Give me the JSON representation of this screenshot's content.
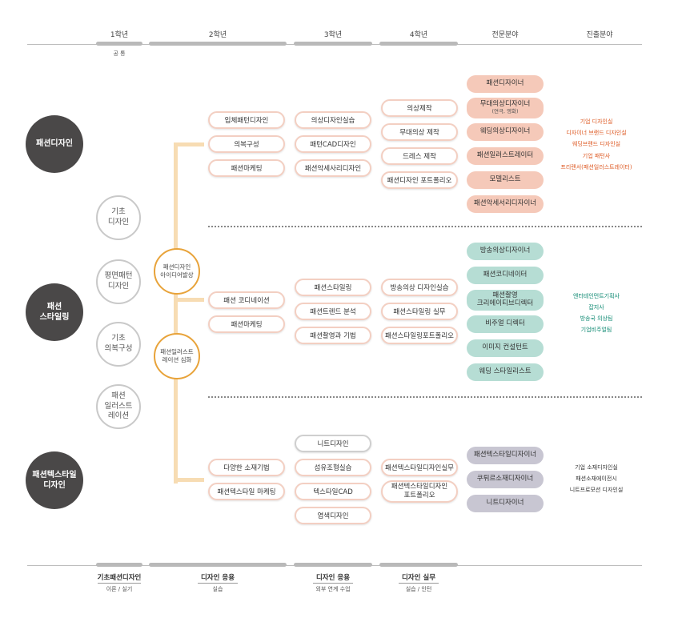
{
  "header": {
    "year1": "1학년",
    "year1_sub": "공 통",
    "year2": "2학년",
    "year3": "3학년",
    "year4": "4학년",
    "specialty": "전문분야",
    "career": "진출분야"
  },
  "tracks": {
    "design": "패션디자인",
    "styling": "패션\n스타일링",
    "textile": "패션텍스타일\n디자인"
  },
  "basics": {
    "b1": "기초\n디자인",
    "b2": "평면패턴\n디자인",
    "b3": "기초\n의복구성",
    "b4": "패션\n일러스트\n레이션"
  },
  "ideas": {
    "i1": "패션디자인\n아이디어발상",
    "i2": "패션일러스트\n레이션 심화"
  },
  "design_courses": {
    "y2": [
      "입체패턴디자인",
      "의복구성",
      "패션마케팅"
    ],
    "y3": [
      "의상디자인실습",
      "패턴CAD디자인",
      "패션악세사리디자인"
    ],
    "y4": [
      "의상제작",
      "무대의상 제작",
      "드레스 제작",
      "패션디자인 포트폴리오"
    ],
    "jobs": [
      "패션디자이너",
      "무대의상디자이너",
      "웨딩의상디자이너",
      "패션일러스트레이터",
      "모델리스트",
      "패션악세서리디자이너"
    ],
    "jobs_note": "(연극, 영화)",
    "careers": [
      "기업 디자인실",
      "디자이너 브랜드 디자인실",
      "웨딩브랜드 디자인실",
      "기업 패턴사",
      "프리랜서(패션일러스트레이터)"
    ]
  },
  "styling_courses": {
    "y2": [
      "패션 코디네이션",
      "패션마케팅"
    ],
    "y3": [
      "패션스타일링",
      "패션트렌드 분석",
      "패션촬영과 기법"
    ],
    "y4": [
      "방송의상 디자인실습",
      "패션스타일링 실무",
      "패션스타일링포트폴리오"
    ],
    "jobs": [
      "방송의상디자이너",
      "패션코디네이터",
      "패션촬영",
      "크리에이티브디렉터",
      "비주얼 디렉터",
      "이미지 컨설턴트",
      "웨딩 스타일리스트"
    ],
    "careers": [
      "엔터테인먼트기획사",
      "잡지사",
      "방송국 의상팀",
      "기업비주얼팀"
    ]
  },
  "textile_courses": {
    "y2": [
      "다양한 소재기법",
      "패션텍스타일 마케팅"
    ],
    "y3": [
      "니트디자인",
      "섬유조형실습",
      "텍스타일CAD",
      "염색디자인"
    ],
    "y4": [
      "패션텍스타일디자인실무",
      "패션텍스타일디자인",
      "포트폴리오"
    ],
    "jobs": [
      "패션텍스타일디자이너",
      "쿠튀르소재디자이너",
      "니트디자이너"
    ],
    "careers": [
      "기업 소재디자인실",
      "패션소재에이전시",
      "니트프로모션 디자인실"
    ]
  },
  "footer": {
    "f1": "기초패션디자인",
    "f1_sub": "이론 / 실기",
    "f2": "디자인 응용",
    "f2_sub": "실습",
    "f3": "디자인 응용",
    "f3_sub": "외부 연계 수업",
    "f4": "디자인 실무",
    "f4_sub": "실습 / 인턴"
  },
  "colors": {
    "dark_circle": "#4a4848",
    "orange_accent": "#e8a33a",
    "spine": "#f7dcb3",
    "salmon": "#f5c9b9",
    "mint": "#b6ddd4",
    "lavender": "#c8c6d2",
    "career_orange": "#de5b25",
    "career_teal": "#0f8a73"
  }
}
